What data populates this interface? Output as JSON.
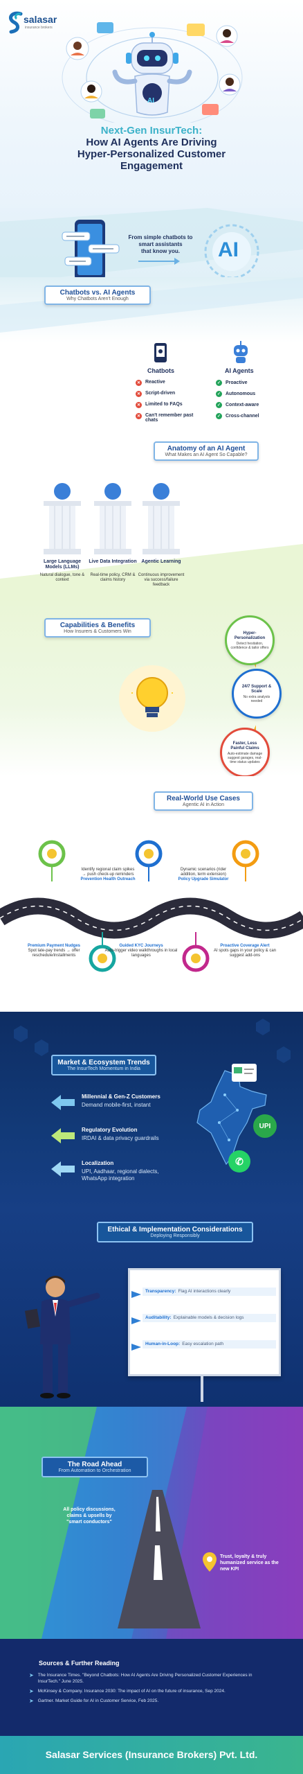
{
  "brand": {
    "name": "salasar",
    "tagline": "insurance brokers"
  },
  "hero": {
    "title_line1": "Next-Gen InsurTech:",
    "title_line2": "How AI Agents Are Driving",
    "title_line3": "Hyper-Personalized Customer",
    "title_line4": "Engagement",
    "robot_label": "AI"
  },
  "intro": {
    "text_line1": "From simple chatbots to",
    "text_line2": "smart assistants",
    "text_line3": "that know you.",
    "big_label": "AI"
  },
  "chatbots_vs": {
    "title": "Chatbots vs. AI Agents",
    "subtitle": "Why Chatbots Aren't Enough",
    "chatbots_label": "Chatbots",
    "agents_label": "AI Agents",
    "chatbots": [
      "Reactive",
      "Script-driven",
      "Limited to FAQs",
      "Can't remember past chats"
    ],
    "agents": [
      "Proactive",
      "Autonomous",
      "Context-aware",
      "Cross-channel"
    ]
  },
  "anatomy": {
    "title": "Anatomy of an AI Agent",
    "subtitle": "What Makes an AI Agent So Capable?",
    "pillars": [
      {
        "title": "Large Language Models (LLMs)",
        "desc": "Natural dialogue, tone & context"
      },
      {
        "title": "Live Data Integration",
        "desc": "Real-time policy, CRM & claims history"
      },
      {
        "title": "Agentic Learning",
        "desc": "Continuous improvement via success/failure feedback"
      }
    ]
  },
  "capabilities": {
    "title": "Capabilities & Benefits",
    "subtitle": "How Insurers & Customers Win",
    "items": [
      {
        "title": "Hyper-Personalization",
        "desc": "Detect hesitation, confidence & tailor offers"
      },
      {
        "title": "24/7 Support & Scale",
        "desc": "No extra analysts needed"
      },
      {
        "title": "Faster, Less Painful Claims",
        "desc": "Auto-estimate damage suggest garages, real-time status updates"
      }
    ]
  },
  "use_cases": {
    "title": "Real-World Use Cases",
    "subtitle": "Agentic AI in Action",
    "top": [
      {
        "title": "Prevention Health Outreach",
        "desc": "Identify regional claim spikes → push check-up reminders"
      },
      {
        "title": "Policy Upgrade Simulator",
        "desc": "Dynamic scenarios (rider addition, term extension)"
      }
    ],
    "bottom": [
      {
        "title": "Premium Payment Nudges",
        "desc": "Spot late-pay trends → offer reschedule/installments"
      },
      {
        "title": "Guided KYC Journeys",
        "desc": "Auto-trigger video walkthroughs in local languages"
      },
      {
        "title": "Proactive Coverage Alert",
        "desc": "AI spots gaps in your policy & can suggest add-ons"
      }
    ]
  },
  "market": {
    "title": "Market & Ecosystem Trends",
    "subtitle": "The InsurTech Momentum in India",
    "items": [
      {
        "title": "Millennial & Gen-Z Customers",
        "desc": "Demand mobile-first, instant"
      },
      {
        "title": "Regulatory Evolution",
        "desc": "IRDAI & data privacy guardrails"
      },
      {
        "title": "Localization",
        "desc": "UPI, Aadhaar, regional dialects, WhatsApp integration"
      }
    ],
    "upi_label": "UPI"
  },
  "ethics": {
    "title": "Ethical & Implementation Considerations",
    "subtitle": "Deploying Responsibly",
    "items": [
      {
        "label": "Transparency:",
        "desc": "Flag AI interactions clearly"
      },
      {
        "label": "Auditability:",
        "desc": "Explainable models & decision logs"
      },
      {
        "label": "Human-in-Loop:",
        "desc": "Easy escalation path"
      }
    ]
  },
  "road": {
    "title": "The Road Ahead",
    "subtitle": "From Automation to Orchestration",
    "left_text": "All policy discussions, claims & upsells by \"smart conductors\"",
    "right_text": "Trust, loyalty & truly humanized service as the new KPI"
  },
  "sources": {
    "title": "Sources & Further Reading",
    "items": [
      "The Insurance Times. \"Beyond Chatbots: How AI Agents Are Driving Personalized Customer Experiences in InsurTech.\" June 2025.",
      "McKinsey & Company. Insurance 2030: The impact of AI on the future of insurance, Sep 2024.",
      "Gartner. Market Guide for AI in Customer Service, Feb 2025."
    ]
  },
  "footer": {
    "company": "Salasar Services (Insurance Brokers) Pvt. Ltd."
  },
  "colors": {
    "navy": "#1f3f7a",
    "teal": "#16a6a0",
    "accent": "#f39c12",
    "red": "#e24b3b",
    "green": "#22a35a"
  }
}
